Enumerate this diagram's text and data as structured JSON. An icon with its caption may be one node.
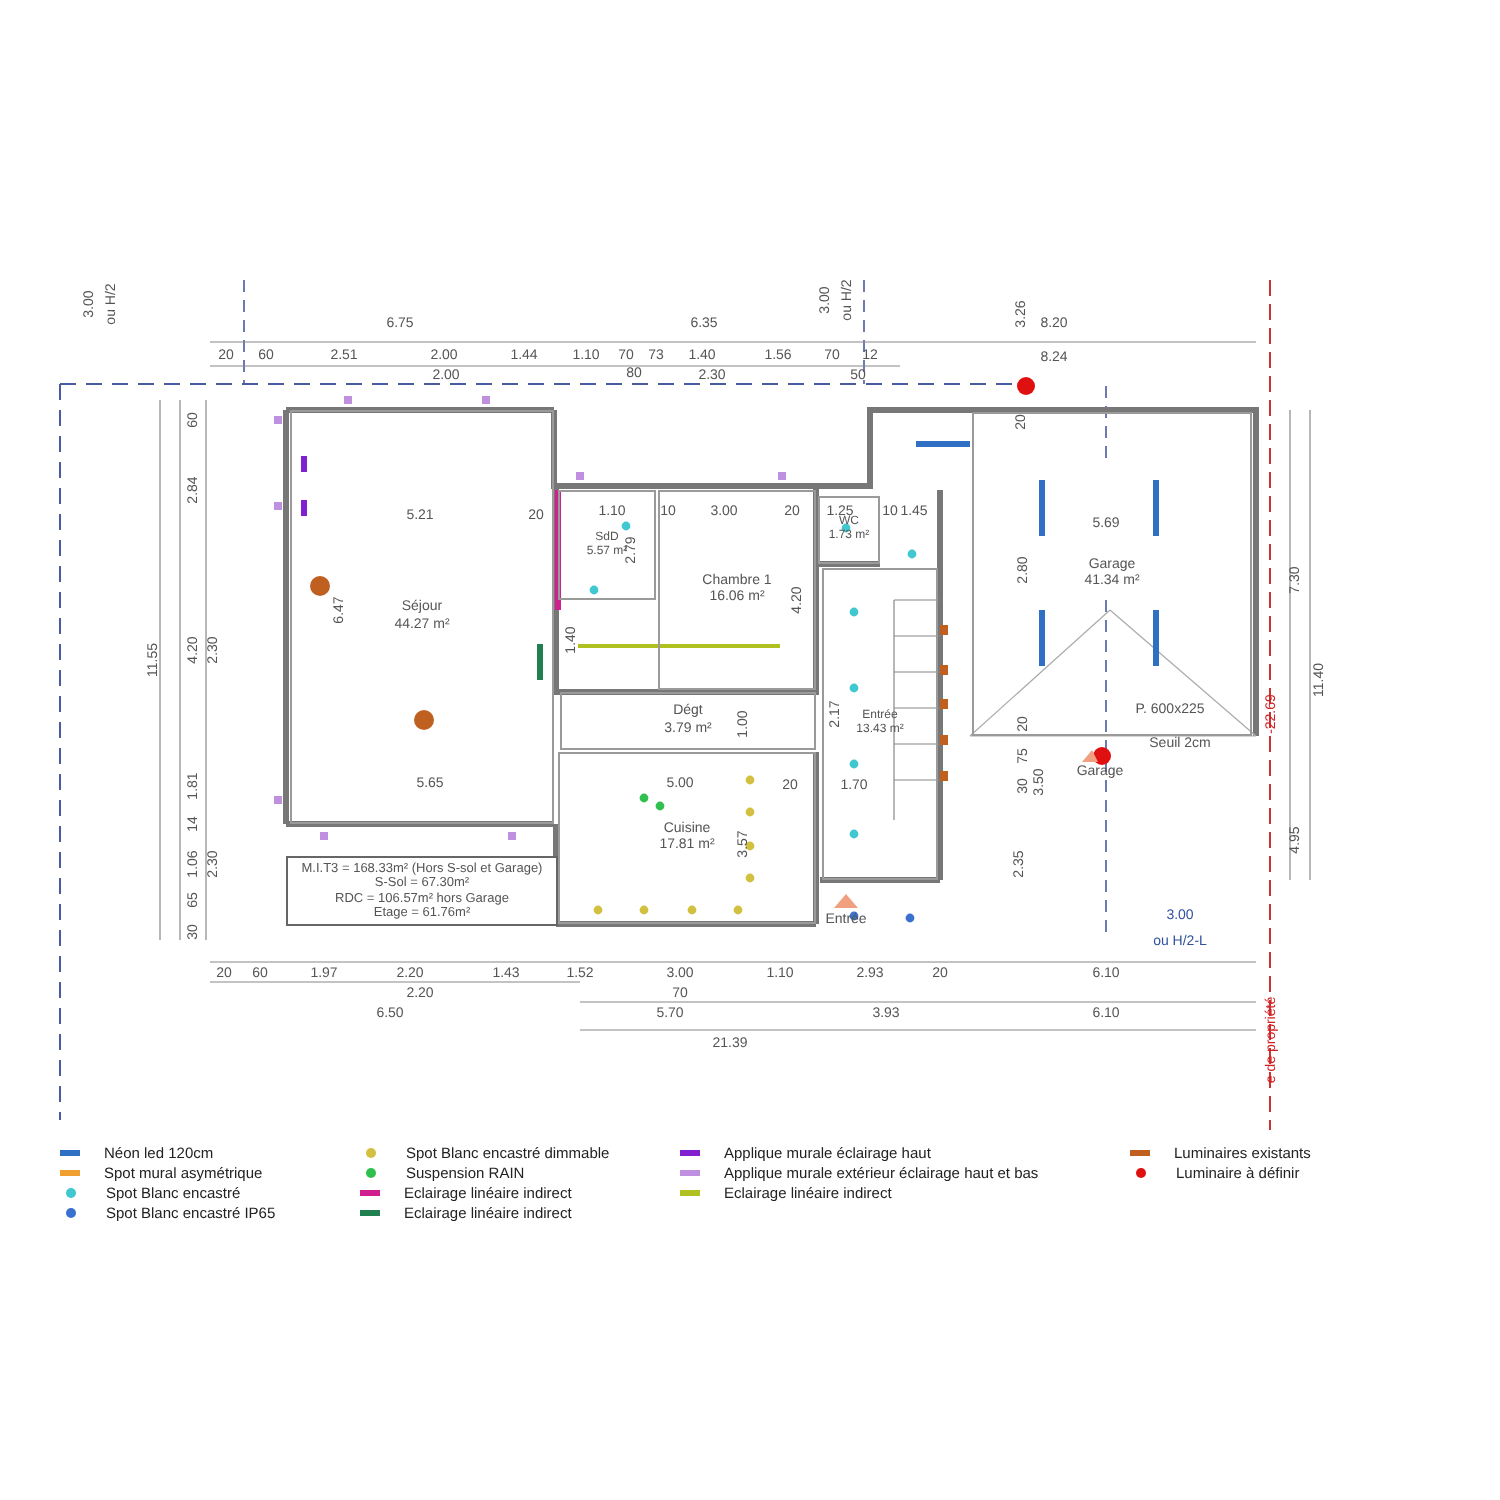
{
  "diagram": {
    "nodes": [
      {
        "text": [
          "Séjour",
          "44.27 m²"
        ]
      },
      {
        "text": [
          "SdD",
          "5.57 m²"
        ]
      },
      {
        "text": [
          "Chambre 1",
          "16.06 m²"
        ]
      },
      {
        "text": [
          "WC",
          "1.73 m²"
        ]
      },
      {
        "text": [
          "Garage",
          "41.34 m²"
        ]
      },
      {
        "text": [
          "Dégt",
          "3.79 m²"
        ]
      },
      {
        "text": [
          "Entrée",
          "13.43 m²"
        ]
      },
      {
        "text": [
          "Cuisine",
          "17.81 m²"
        ]
      },
      {
        "text": [
          "M.I.T3 = 168.33m² (Hors S-sol et Garage)",
          "S-Sol = 67.30m²",
          "RDC = 106.57m² hors Garage",
          "Etage = 61.76m²"
        ]
      }
    ],
    "labels": [
      "3.00",
      "ou H/2",
      "6.75",
      "6.35",
      "3.00",
      "ou H/2",
      "3.26",
      "8.20",
      "20",
      "60",
      "2.51",
      "2.00",
      "1.44",
      "1.10",
      "70",
      "73",
      "1.40",
      "1.56",
      "70",
      "12",
      "8.24",
      "2.00",
      "80",
      "2.30",
      "50",
      "60",
      "2.84",
      "11.55",
      "4.20",
      "2.30",
      "1.81",
      "14",
      "1.06",
      "2.30",
      "65",
      "30",
      "5.21",
      "20",
      "6.47",
      "5.65",
      "1.10",
      "10",
      "3.00",
      "20",
      "1.25",
      "10",
      "1.45",
      "2.79",
      "4.20",
      "1.40",
      "2.80",
      "20",
      "5.69",
      "P. 600x225",
      "Seuil 2cm",
      "1.00",
      "2.17",
      "5.00",
      "20",
      "1.70",
      "3.57",
      "Entrée",
      "Garage",
      "20",
      "75",
      "30",
      "3.50",
      "2.35",
      "3.00",
      "ou H/2-L",
      "-22.69",
      "7.30",
      "11.40",
      "4.95",
      "e de propriété",
      "20",
      "60",
      "1.97",
      "2.20",
      "1.43",
      "1.52",
      "3.00",
      "1.10",
      "2.93",
      "20",
      "6.10",
      "2.20",
      "70",
      "6.50",
      "5.70",
      "3.93",
      "6.10",
      "21.39"
    ],
    "legend": [
      {
        "text": "Néon led 120cm",
        "color": "#2f6fc4"
      },
      {
        "text": "Spot mural asymétrique",
        "color": "#f0a030"
      },
      {
        "text": "Spot Blanc encastré",
        "color": "#40c8d0"
      },
      {
        "text": "Spot Blanc encastré IP65",
        "color": "#3a70d0"
      },
      {
        "text": "Spot Blanc encastré dimmable",
        "color": "#d4c040"
      },
      {
        "text": "Suspension RAIN",
        "color": "#30c050"
      },
      {
        "text": "Eclairage linéaire indirect",
        "color": "#d02090"
      },
      {
        "text": "Eclairage linéaire indirect",
        "color": "#208050"
      },
      {
        "text": "Applique murale éclairage haut",
        "color": "#8020d0"
      },
      {
        "text": "Applique murale extérieur éclairage haut et bas",
        "color": "#c090e0"
      },
      {
        "text": "Eclairage linéaire indirect",
        "color": "#b0c020"
      },
      {
        "text": "Luminaires existants",
        "color": "#c06020"
      },
      {
        "text": "Luminaire à définir",
        "color": "#e01010"
      }
    ]
  }
}
